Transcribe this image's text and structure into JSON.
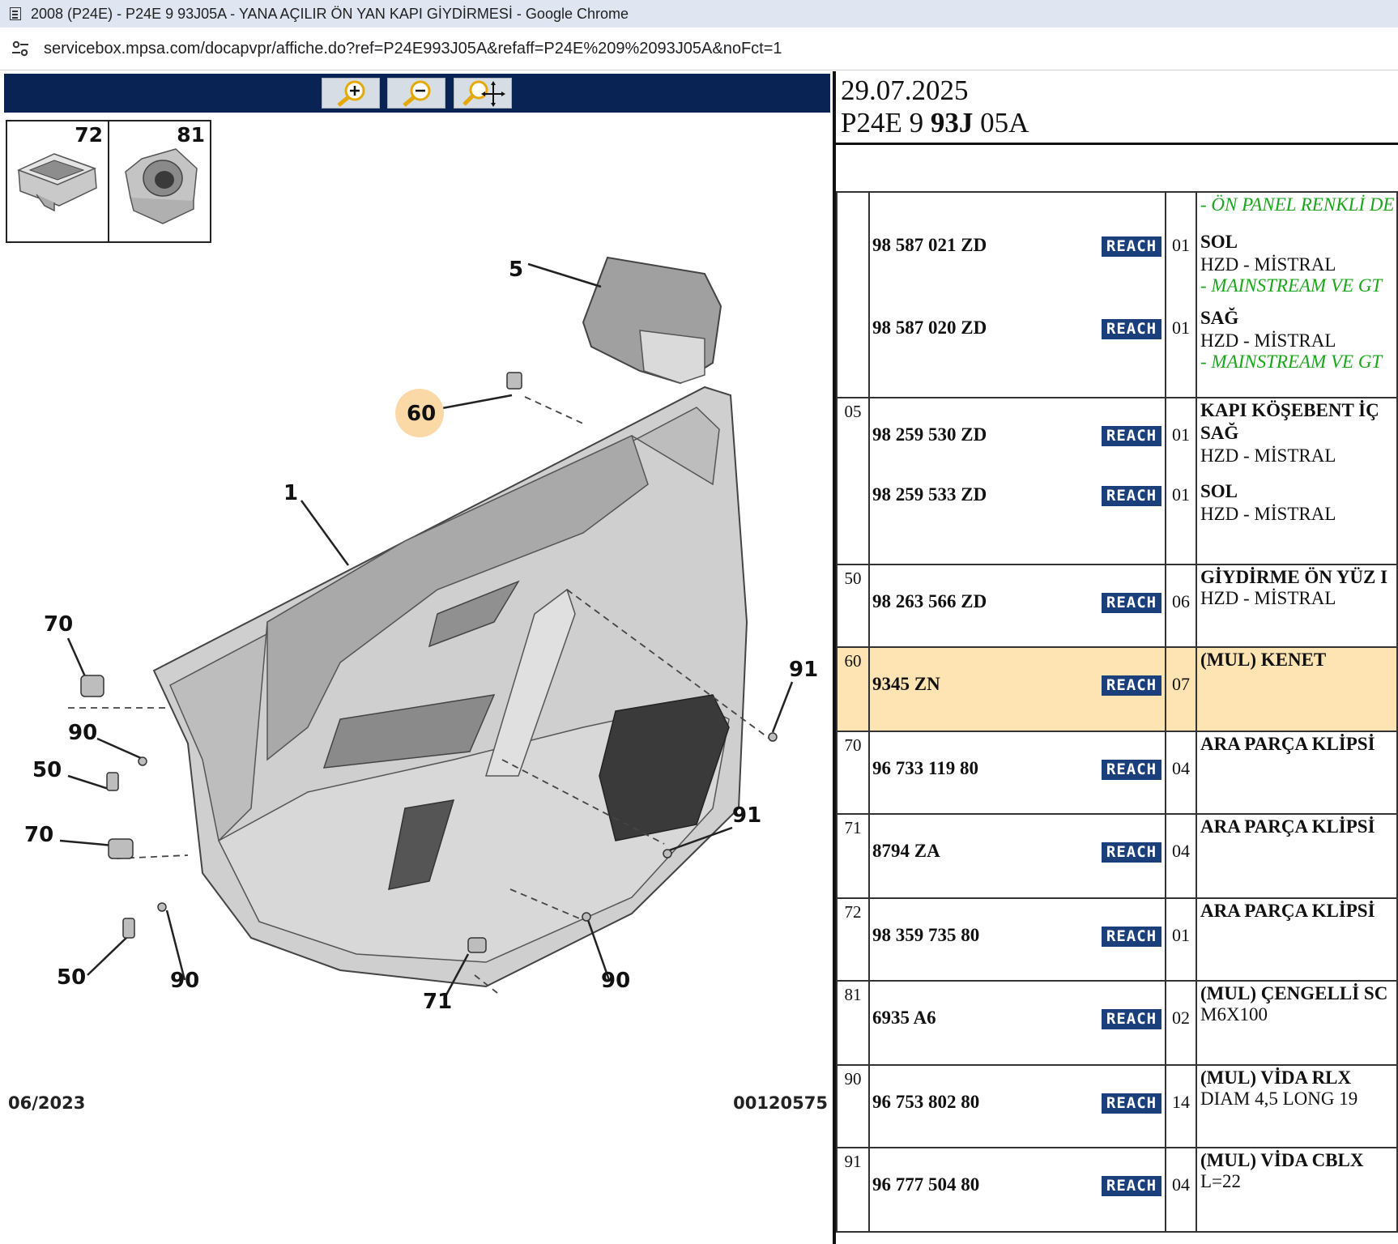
{
  "window": {
    "title": "2008 (P24E) - P24E 9 93J05A - YANA AÇILIR ÖN YAN KAPI GİYDİRMESİ - Google Chrome"
  },
  "address": {
    "url": "servicebox.mpsa.com/docapvpr/affiche.do?ref=P24E993J05A&refaff=P24E%209%2093J05A&noFct=1"
  },
  "diagram": {
    "thumbs": [
      {
        "num": "72"
      },
      {
        "num": "81"
      }
    ],
    "callouts": {
      "c5": "5",
      "c60": "60",
      "c1": "1",
      "c70a": "70",
      "c90a": "90",
      "c50a": "50",
      "c70b": "70",
      "c50b": "50",
      "c90b": "90",
      "c71": "71",
      "c90c": "90",
      "c91a": "91",
      "c91b": "91"
    },
    "date": "06/2023",
    "ref": "00120575"
  },
  "header": {
    "date": "29.07.2025",
    "ref_prefix": "P24E 9 ",
    "ref_bold": "93J",
    "ref_suffix": " 05A"
  },
  "reach_label": "REACH",
  "rows": [
    {
      "ref": "",
      "parts": [
        {
          "pn": "98 587 021 ZD",
          "qty": "01"
        },
        {
          "pn": "98 587 020 ZD",
          "qty": "01"
        }
      ],
      "desc": [
        {
          "t": "- ÖN PANEL RENKLİ DE",
          "s": "g"
        },
        {
          "t": "SOL",
          "s": "b"
        },
        {
          "t": "HZD - MİSTRAL",
          "s": ""
        },
        {
          "t": "- MAINSTREAM VE GT",
          "s": "g"
        },
        {
          "t": "SAĞ",
          "s": "b"
        },
        {
          "t": "HZD - MİSTRAL",
          "s": ""
        },
        {
          "t": "- MAINSTREAM VE GT",
          "s": "g"
        }
      ]
    },
    {
      "ref": "05",
      "parts": [
        {
          "pn": "98 259 530 ZD",
          "qty": "01"
        },
        {
          "pn": "98 259 533 ZD",
          "qty": "01"
        }
      ],
      "desc": [
        {
          "t": "KAPI KÖŞEBENT İÇ",
          "s": "b"
        },
        {
          "t": "SAĞ",
          "s": "b"
        },
        {
          "t": "HZD - MİSTRAL",
          "s": ""
        },
        {
          "t": "SOL",
          "s": "b"
        },
        {
          "t": "HZD - MİSTRAL",
          "s": ""
        }
      ]
    },
    {
      "ref": "50",
      "parts": [
        {
          "pn": "98 263 566 ZD",
          "qty": "06"
        }
      ],
      "desc": [
        {
          "t": "GİYDİRME ÖN YÜZ I",
          "s": "b"
        },
        {
          "t": "HZD - MİSTRAL",
          "s": ""
        }
      ]
    },
    {
      "ref": "60",
      "parts": [
        {
          "pn": "9345 ZN",
          "qty": "07"
        }
      ],
      "desc": [
        {
          "t": "(MUL) KENET",
          "s": "b"
        }
      ],
      "selected": true
    },
    {
      "ref": "70",
      "parts": [
        {
          "pn": "96 733 119 80",
          "qty": "04"
        }
      ],
      "desc": [
        {
          "t": "ARA PARÇA KLİPSİ",
          "s": "b"
        }
      ]
    },
    {
      "ref": "71",
      "parts": [
        {
          "pn": "8794 ZA",
          "qty": "04"
        }
      ],
      "desc": [
        {
          "t": "ARA PARÇA KLİPSİ",
          "s": "b"
        }
      ]
    },
    {
      "ref": "72",
      "parts": [
        {
          "pn": "98 359 735 80",
          "qty": "01"
        }
      ],
      "desc": [
        {
          "t": "ARA PARÇA KLİPSİ",
          "s": "b"
        }
      ]
    },
    {
      "ref": "81",
      "parts": [
        {
          "pn": "6935 A6",
          "qty": "02"
        }
      ],
      "desc": [
        {
          "t": "(MUL) ÇENGELLİ SC",
          "s": "b"
        },
        {
          "t": "M6X100",
          "s": ""
        }
      ]
    },
    {
      "ref": "90",
      "parts": [
        {
          "pn": "96 753 802 80",
          "qty": "14"
        }
      ],
      "desc": [
        {
          "t": "(MUL) VİDA RLX",
          "s": "b"
        },
        {
          "t": "DIAM 4,5 LONG 19",
          "s": ""
        }
      ]
    },
    {
      "ref": "91",
      "parts": [
        {
          "pn": "96 777 504 80",
          "qty": "04"
        }
      ],
      "desc": [
        {
          "t": "(MUL) VİDA CBLX",
          "s": "b"
        },
        {
          "t": "L=22",
          "s": ""
        }
      ]
    }
  ]
}
